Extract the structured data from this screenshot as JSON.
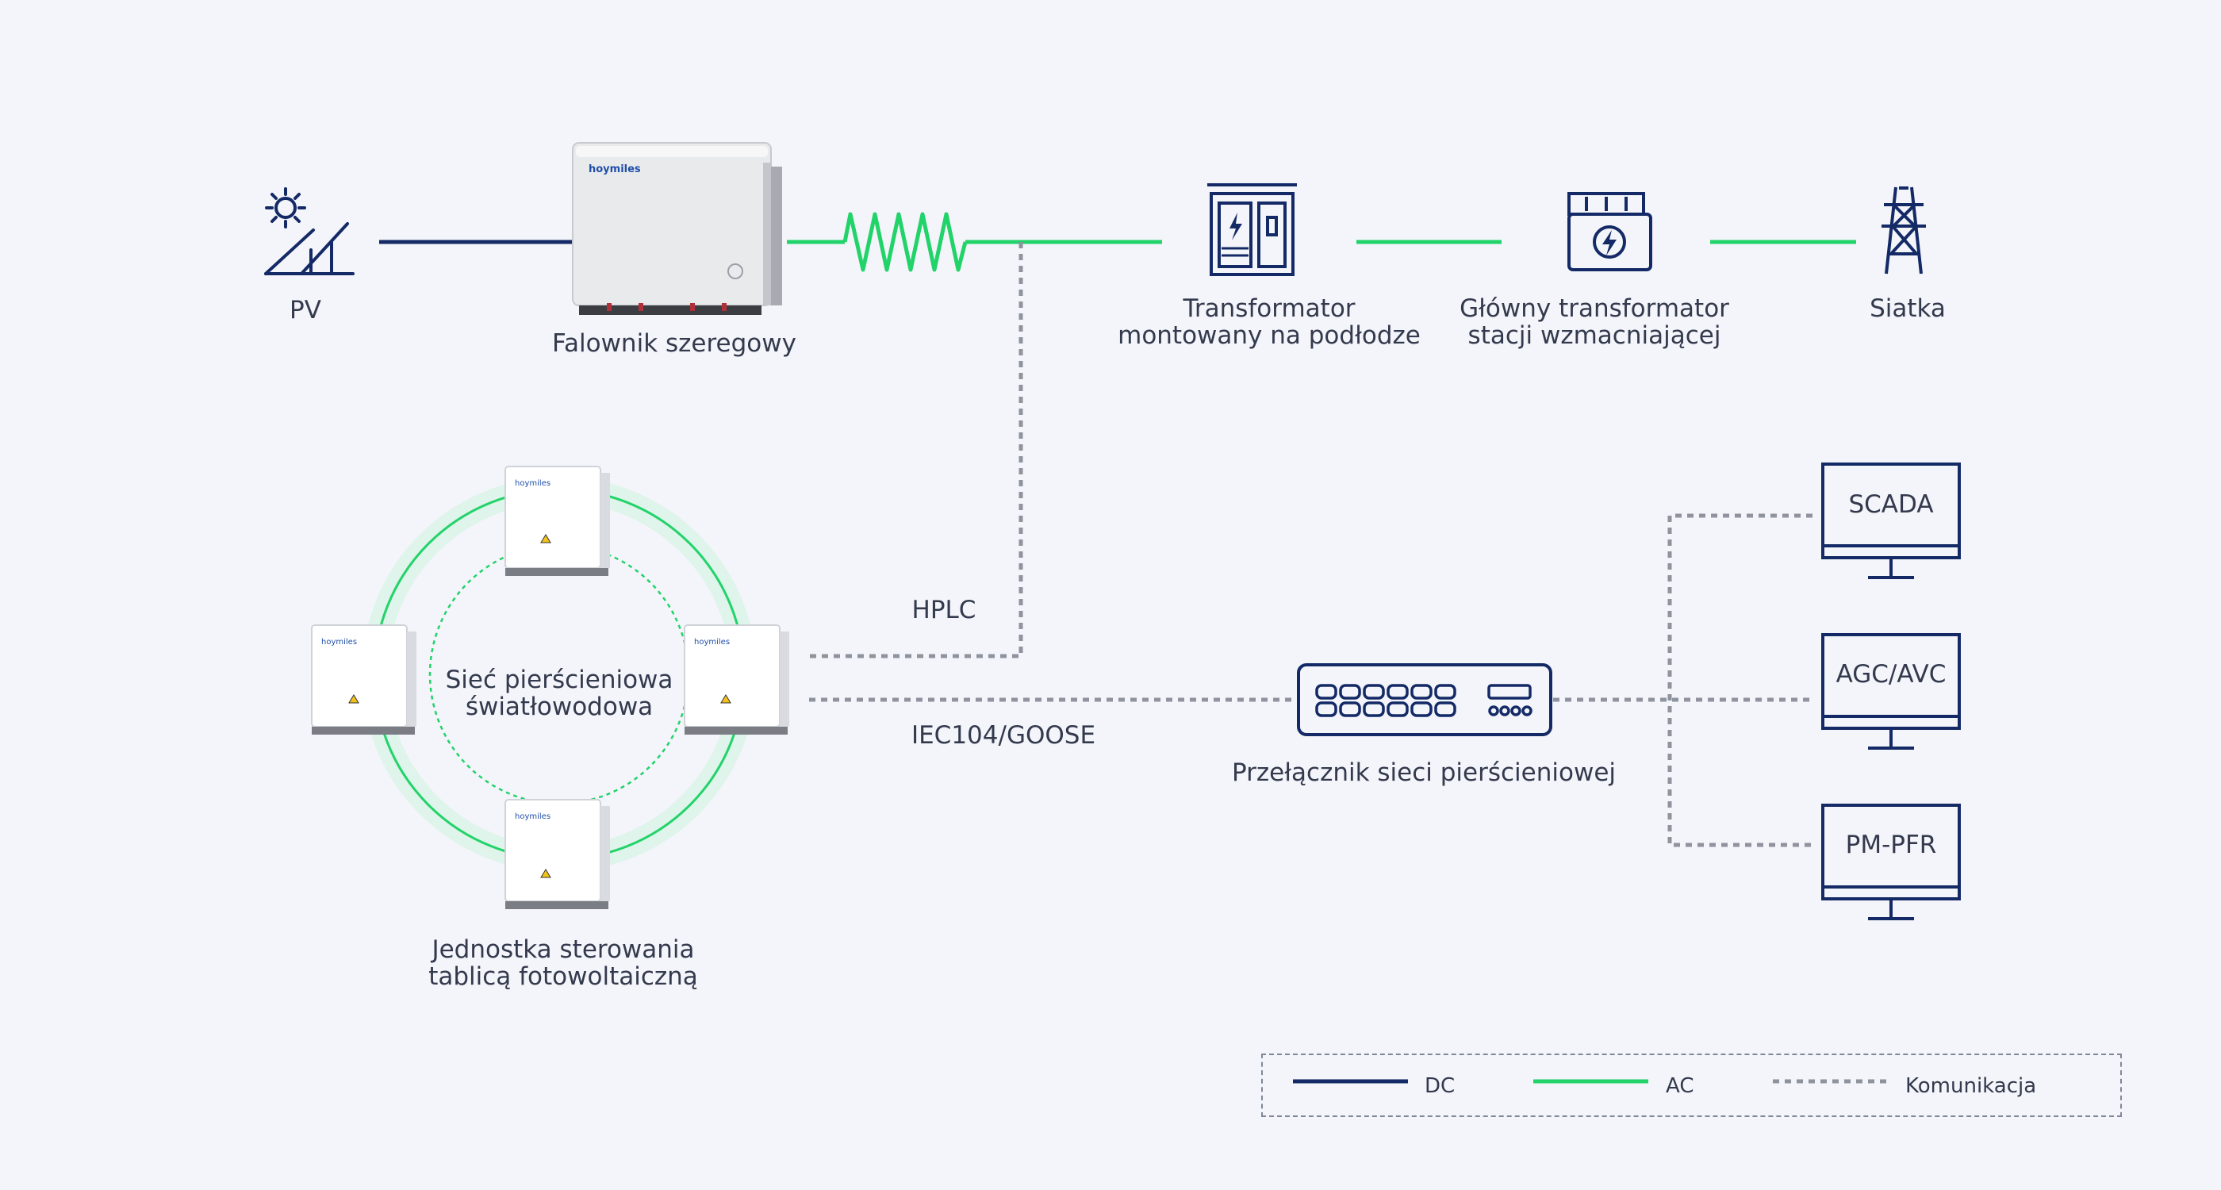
{
  "colors": {
    "dc": "#142a66",
    "ac": "#22d36a",
    "communication": "#8e939e",
    "background": "#f4f5fa",
    "ring_glow": "#dff4ea",
    "text": "#333a4d"
  },
  "labels": {
    "pv": "PV",
    "inverter": "Falownik szeregowy",
    "inverter_brand": "hoymiles",
    "pad_transformer": [
      "Transformator",
      "montowany na podłodze"
    ],
    "main_transformer": [
      "Główny transformator",
      "stacji wzmacniającej"
    ],
    "grid": "Siatka",
    "fiber_ring": [
      "Sieć pierścieniowa",
      "światłowodowa"
    ],
    "control_unit": [
      "Jednostka sterowania",
      "tablicą fotowoltaiczną"
    ],
    "switch": "Przełącznik sieci pierścieniowej",
    "protocol_hplc": "HPLC",
    "protocol_iec": "IEC104/GOOSE",
    "unit_brand": "hoymiles"
  },
  "monitors": [
    {
      "label": "SCADA"
    },
    {
      "label": "AGC/AVC"
    },
    {
      "label": "PM-PFR"
    }
  ],
  "legend": {
    "dc": "DC",
    "ac": "AC",
    "communication": "Komunikacja"
  },
  "icons": [
    "solar-panel-icon",
    "pad-transformer-icon",
    "substation-transformer-icon",
    "transmission-tower-icon",
    "network-switch-icon",
    "monitor-icon"
  ]
}
